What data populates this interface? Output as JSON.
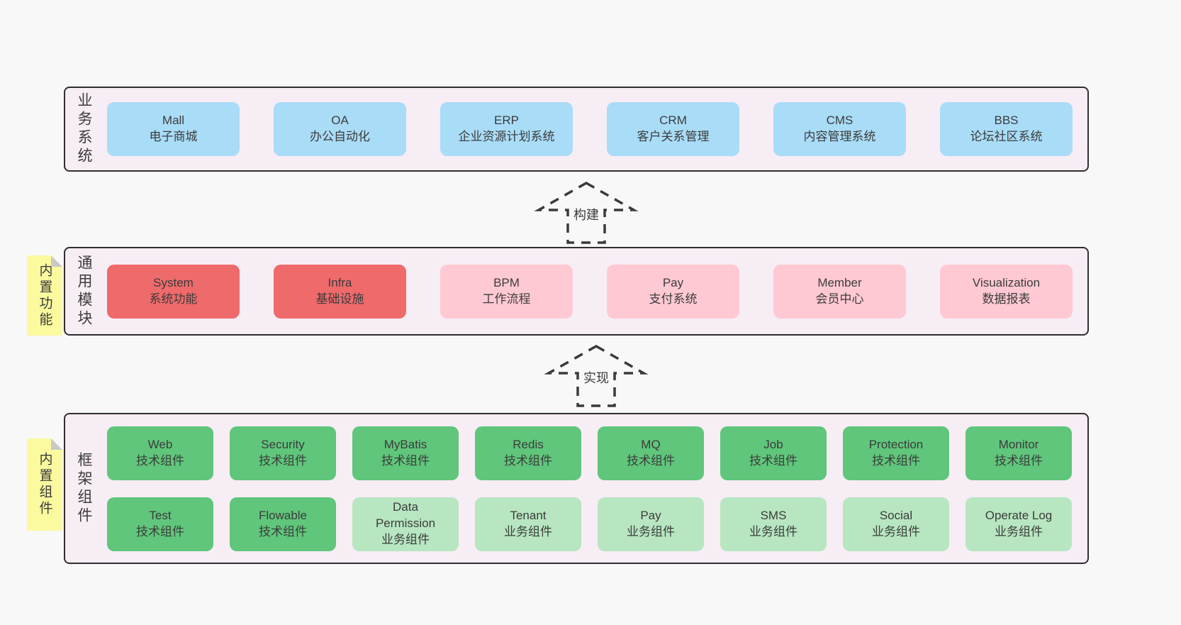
{
  "palette": {
    "page_bg": "#f8f8f8",
    "layer_bg": "#f7edf5",
    "layer_border": "#2f2f2f",
    "blue": "#a9dcf7",
    "red": "#ef6a6b",
    "pink": "#ffc9d3",
    "green": "#5fc67b",
    "light_green": "#b7e6c0",
    "sticky_yellow": "#fbfa9e",
    "sticky_fold": "#c9c9c9",
    "text": "#3b3b3b"
  },
  "arrows": [
    {
      "label": "构建"
    },
    {
      "label": "实现"
    }
  ],
  "layers": [
    {
      "label": "业务系统",
      "boxes": [
        {
          "name": "Mall",
          "desc": "电子商城"
        },
        {
          "name": "OA",
          "desc": "办公自动化"
        },
        {
          "name": "ERP",
          "desc": "企业资源计划系统"
        },
        {
          "name": "CRM",
          "desc": "客户关系管理"
        },
        {
          "name": "CMS",
          "desc": "内容管理系统"
        },
        {
          "name": "BBS",
          "desc": "论坛社区系统"
        }
      ]
    },
    {
      "label": "通用模块",
      "note": "内置功能",
      "boxes": [
        {
          "name": "System",
          "desc": "系统功能"
        },
        {
          "name": "Infra",
          "desc": "基础设施"
        },
        {
          "name": "BPM",
          "desc": "工作流程"
        },
        {
          "name": "Pay",
          "desc": "支付系统"
        },
        {
          "name": "Member",
          "desc": "会员中心"
        },
        {
          "name": "Visualization",
          "desc": "数据报表"
        }
      ]
    },
    {
      "label": "框架组件",
      "note": "内置组件",
      "rows": [
        [
          {
            "name": "Web",
            "desc": "技术组件"
          },
          {
            "name": "Security",
            "desc": "技术组件"
          },
          {
            "name": "MyBatis",
            "desc": "技术组件"
          },
          {
            "name": "Redis",
            "desc": "技术组件"
          },
          {
            "name": "MQ",
            "desc": "技术组件"
          },
          {
            "name": "Job",
            "desc": "技术组件"
          },
          {
            "name": "Protection",
            "desc": "技术组件"
          },
          {
            "name": "Monitor",
            "desc": "技术组件"
          }
        ],
        [
          {
            "name": "Test",
            "desc": "技术组件"
          },
          {
            "name": "Flowable",
            "desc": "技术组件"
          },
          {
            "name": "Data Permission",
            "desc": "业务组件"
          },
          {
            "name": "Tenant",
            "desc": "业务组件"
          },
          {
            "name": "Pay",
            "desc": "业务组件"
          },
          {
            "name": "SMS",
            "desc": "业务组件"
          },
          {
            "name": "Social",
            "desc": "业务组件"
          },
          {
            "name": "Operate Log",
            "desc": "业务组件"
          }
        ]
      ]
    }
  ]
}
